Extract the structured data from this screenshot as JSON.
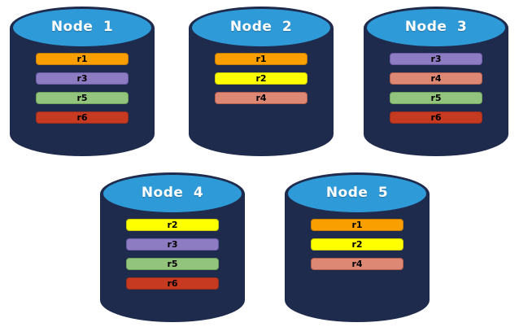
{
  "nodes": [
    {
      "id": "1",
      "label": "Node 1",
      "replicas": [
        "r1",
        "r3",
        "r5",
        "r6"
      ]
    },
    {
      "id": "2",
      "label": "Node 2",
      "replicas": [
        "r1",
        "r2",
        "r4"
      ]
    },
    {
      "id": "3",
      "label": "Node 3",
      "replicas": [
        "r3",
        "r4",
        "r5",
        "r6"
      ]
    },
    {
      "id": "4",
      "label": "Node 4",
      "replicas": [
        "r2",
        "r3",
        "r5",
        "r6"
      ]
    },
    {
      "id": "5",
      "label": "Node 5",
      "replicas": [
        "r1",
        "r2",
        "r4"
      ]
    }
  ],
  "replica_styles": {
    "r1": {
      "fill": "#F9A000",
      "border": "#C77C00"
    },
    "r2": {
      "fill": "#FFFF00",
      "border": "#CCCC00"
    },
    "r3": {
      "fill": "#8E7CC3",
      "border": "#6D5CA8"
    },
    "r4": {
      "fill": "#DD8875",
      "border": "#B85F4C"
    },
    "r5": {
      "fill": "#93C47D",
      "border": "#6FA35A"
    },
    "r6": {
      "fill": "#C63A22",
      "border": "#9C2D1A"
    }
  },
  "colors": {
    "cylinder_body": "#1E2B4D",
    "cylinder_top": "#2E9AD8",
    "background": "#FFFFFF",
    "title_text": "#FFFFFF",
    "replica_text": "#000000"
  }
}
